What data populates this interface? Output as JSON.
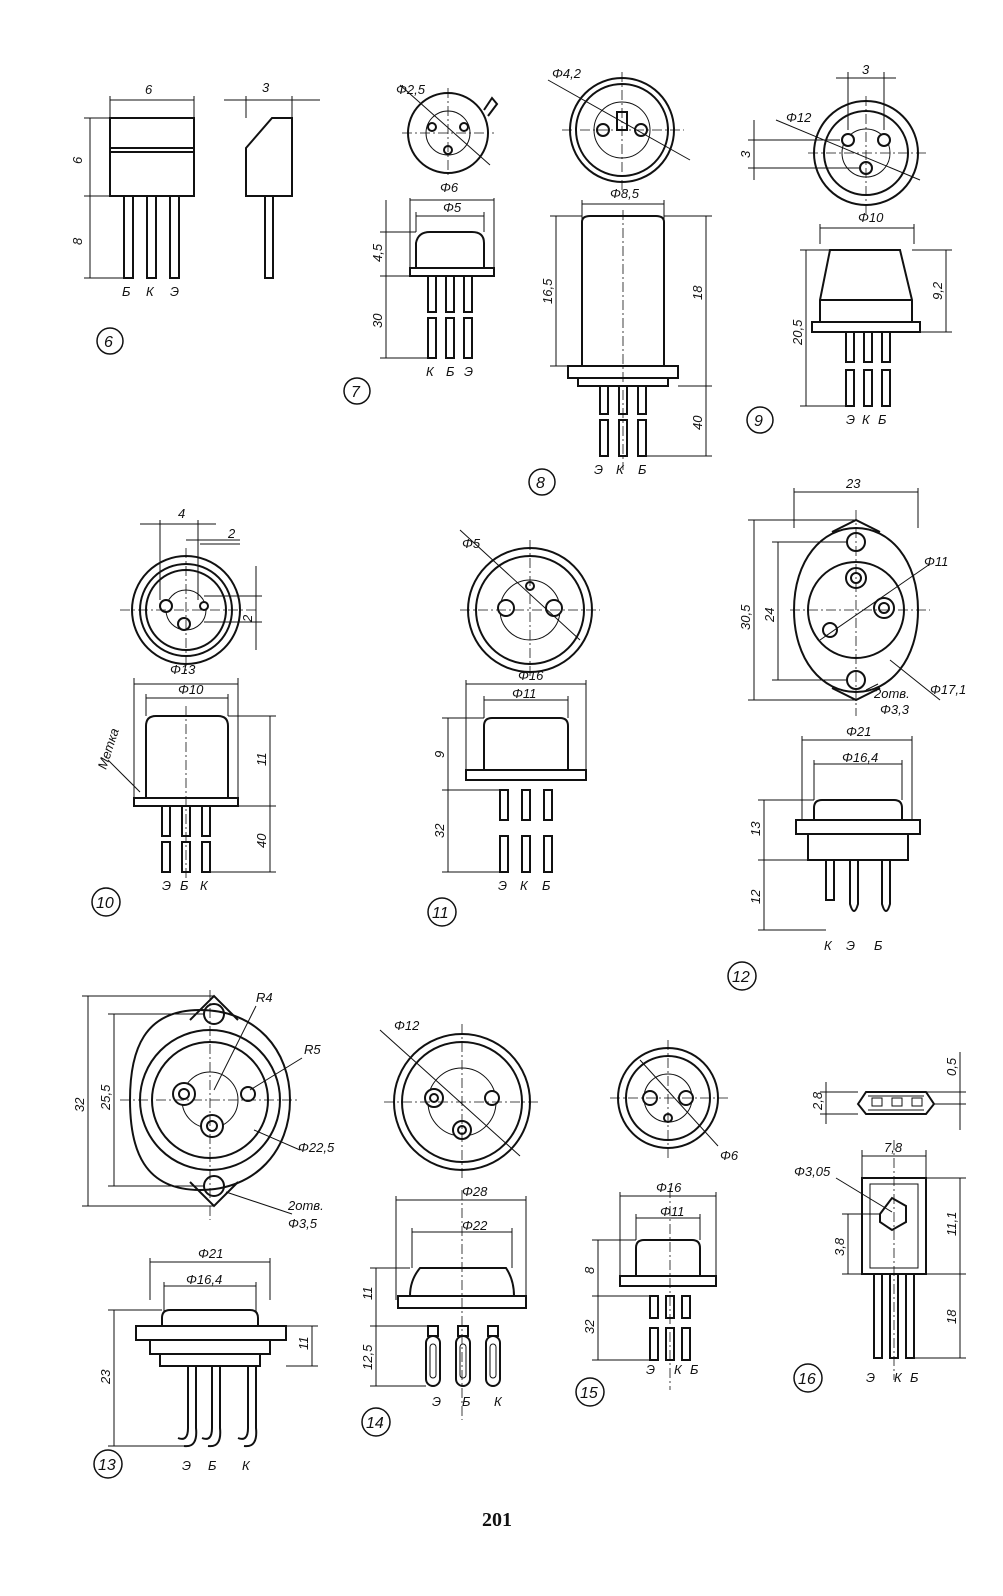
{
  "page_number": "201",
  "figures": [
    {
      "id": "6",
      "dims": [
        "6",
        "3",
        "6",
        "8"
      ],
      "pins": [
        "Б",
        "К",
        "Э"
      ]
    },
    {
      "id": "7",
      "dims": [
        "Φ2,5",
        "Φ6",
        "Φ5",
        "4,5",
        "30"
      ],
      "pins": [
        "К",
        "Б",
        "Э"
      ]
    },
    {
      "id": "8",
      "dims": [
        "Φ4,2",
        "Φ8,5",
        "16,5",
        "18",
        "40"
      ],
      "pins": [
        "Э",
        "К",
        "Б"
      ]
    },
    {
      "id": "9",
      "dims": [
        "3",
        "Φ12",
        "3",
        "Φ10",
        "9,2",
        "20,5"
      ],
      "pins": [
        "Э",
        "К",
        "Б"
      ]
    },
    {
      "id": "10",
      "dims": [
        "4",
        "2",
        "2",
        "Φ13",
        "Φ10",
        "11",
        "40"
      ],
      "label": "Метка",
      "pins": [
        "Э",
        "Б",
        "К"
      ]
    },
    {
      "id": "11",
      "dims": [
        "Φ5",
        "Φ16",
        "Φ11",
        "9",
        "32"
      ],
      "pins": [
        "Э",
        "К",
        "Б"
      ]
    },
    {
      "id": "12",
      "dims": [
        "23",
        "30,5",
        "24",
        "Φ11",
        "2отв.",
        "Φ3,3",
        "Φ17,1",
        "Φ21",
        "Φ16,4",
        "13",
        "12"
      ],
      "pins": [
        "К",
        "Э",
        "Б"
      ]
    },
    {
      "id": "13",
      "dims": [
        "R4",
        "32",
        "25,5",
        "R5",
        "Φ22,5",
        "2отв.",
        "Φ3,5",
        "Φ21",
        "Φ16,4",
        "11",
        "23"
      ],
      "pins": [
        "Э",
        "Б",
        "К"
      ]
    },
    {
      "id": "14",
      "dims": [
        "Φ12",
        "Φ28",
        "Φ22",
        "11",
        "12,5"
      ],
      "pins": [
        "Э",
        "Б",
        "К"
      ]
    },
    {
      "id": "15",
      "dims": [
        "Φ6",
        "Φ16",
        "Φ11",
        "8",
        "32"
      ],
      "pins": [
        "Э",
        "К",
        "Б"
      ]
    },
    {
      "id": "16",
      "dims": [
        "2,8",
        "0,5",
        "7,8",
        "Φ3,05",
        "3,8",
        "11,1",
        "18"
      ],
      "pins": [
        "Э",
        "К",
        "Б"
      ]
    }
  ]
}
